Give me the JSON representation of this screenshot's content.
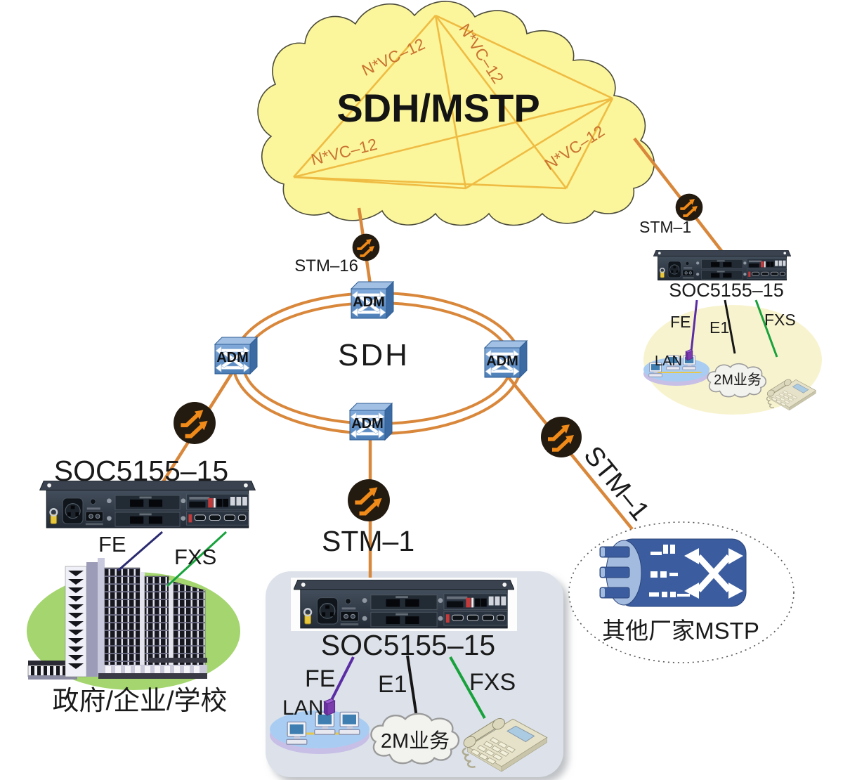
{
  "backbone_cloud": {
    "title": "SDH/MSTP",
    "link_label": "N*VC–12"
  },
  "ring": {
    "label": "SDH",
    "node_label": "ADM"
  },
  "links": {
    "stm16": "STM–16",
    "stm1": "STM–1"
  },
  "left_site": {
    "device_label": "SOC5155–15",
    "fe": "FE",
    "fxs": "FXS",
    "caption": "政府/企业/学校"
  },
  "center_site": {
    "device_label": "SOC5155–15",
    "fe": "FE",
    "e1": "E1",
    "fxs": "FXS",
    "lan": "LAN",
    "service_cloud": "2M业务"
  },
  "right_site": {
    "device_label": "SOC5155–15",
    "fe": "FE",
    "e1": "E1",
    "fxs": "FXS",
    "lan": "LAN",
    "service_cloud": "2M业务"
  },
  "mstp_site": {
    "caption": "其他厂家MSTP"
  },
  "colors": {
    "link_orange": "#D8873B",
    "cloud_fill": "#FBF59B",
    "mesh_line": "#EFBC43",
    "nvc_text": "#C9722F",
    "fe_purple": "#5B2DA5",
    "fe_navy": "#2A2A70",
    "e1_black": "#151515",
    "fxs_green": "#18A23C",
    "adm_blue": "#6AA0D8",
    "site_yellow": "#F8F3CF",
    "site_green": "#A4D56E",
    "panel_grey": "#DDE2EA"
  }
}
